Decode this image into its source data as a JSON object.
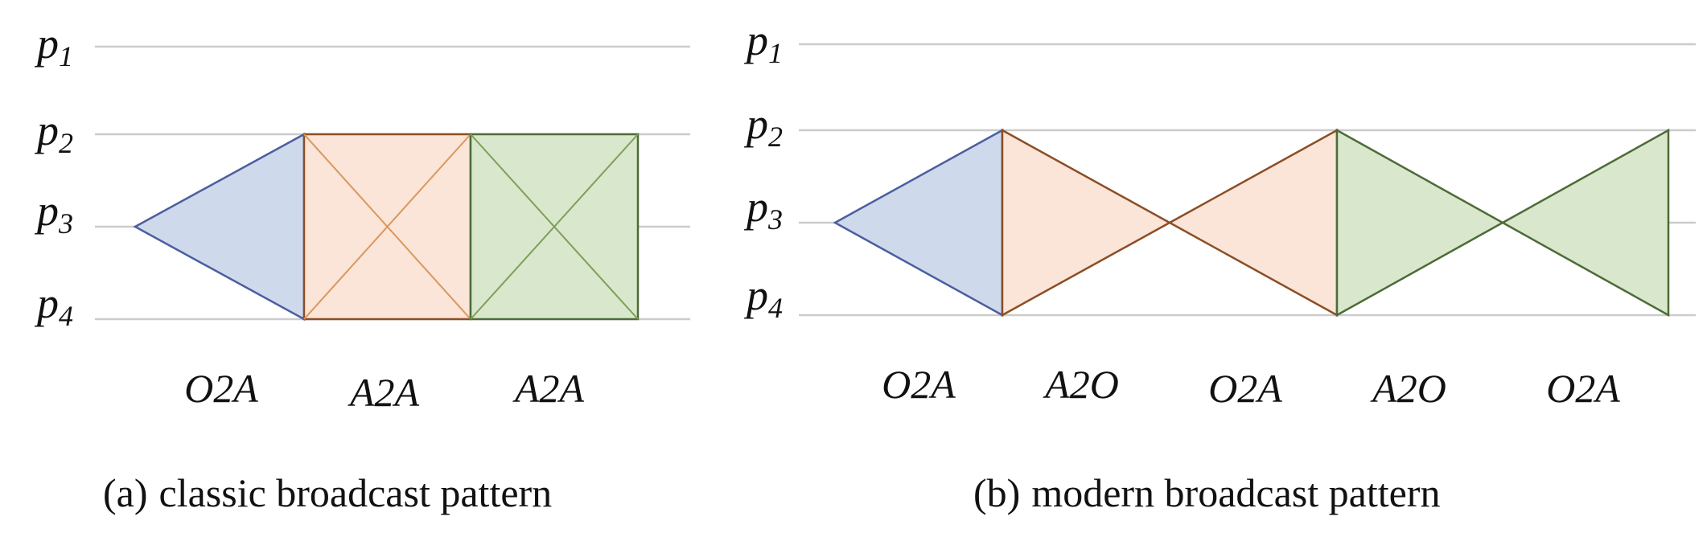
{
  "colors": {
    "blue_fill": "#cfd9ec",
    "blue_stroke": "#4a5f9e",
    "orange_fill": "#fbe4d8",
    "orange_stroke": "#8b4e24",
    "orange_cross": "#d9985e",
    "green_fill": "#d9e7cc",
    "green_stroke": "#4d6b37",
    "green_cross": "#7da05a",
    "grid": "#cccccc"
  },
  "processes": [
    "p",
    "p",
    "p",
    "p"
  ],
  "process_indices": [
    "1",
    "2",
    "3",
    "4"
  ],
  "panel_a": {
    "operations": [
      "O2A",
      "A2A",
      "A2A"
    ],
    "caption_tag": "(a)",
    "caption_text": "classic broadcast pattern"
  },
  "panel_b": {
    "operations": [
      "O2A",
      "A2O",
      "O2A",
      "A2O",
      "O2A"
    ],
    "caption_tag": "(b)",
    "caption_text": "modern broadcast pattern"
  }
}
